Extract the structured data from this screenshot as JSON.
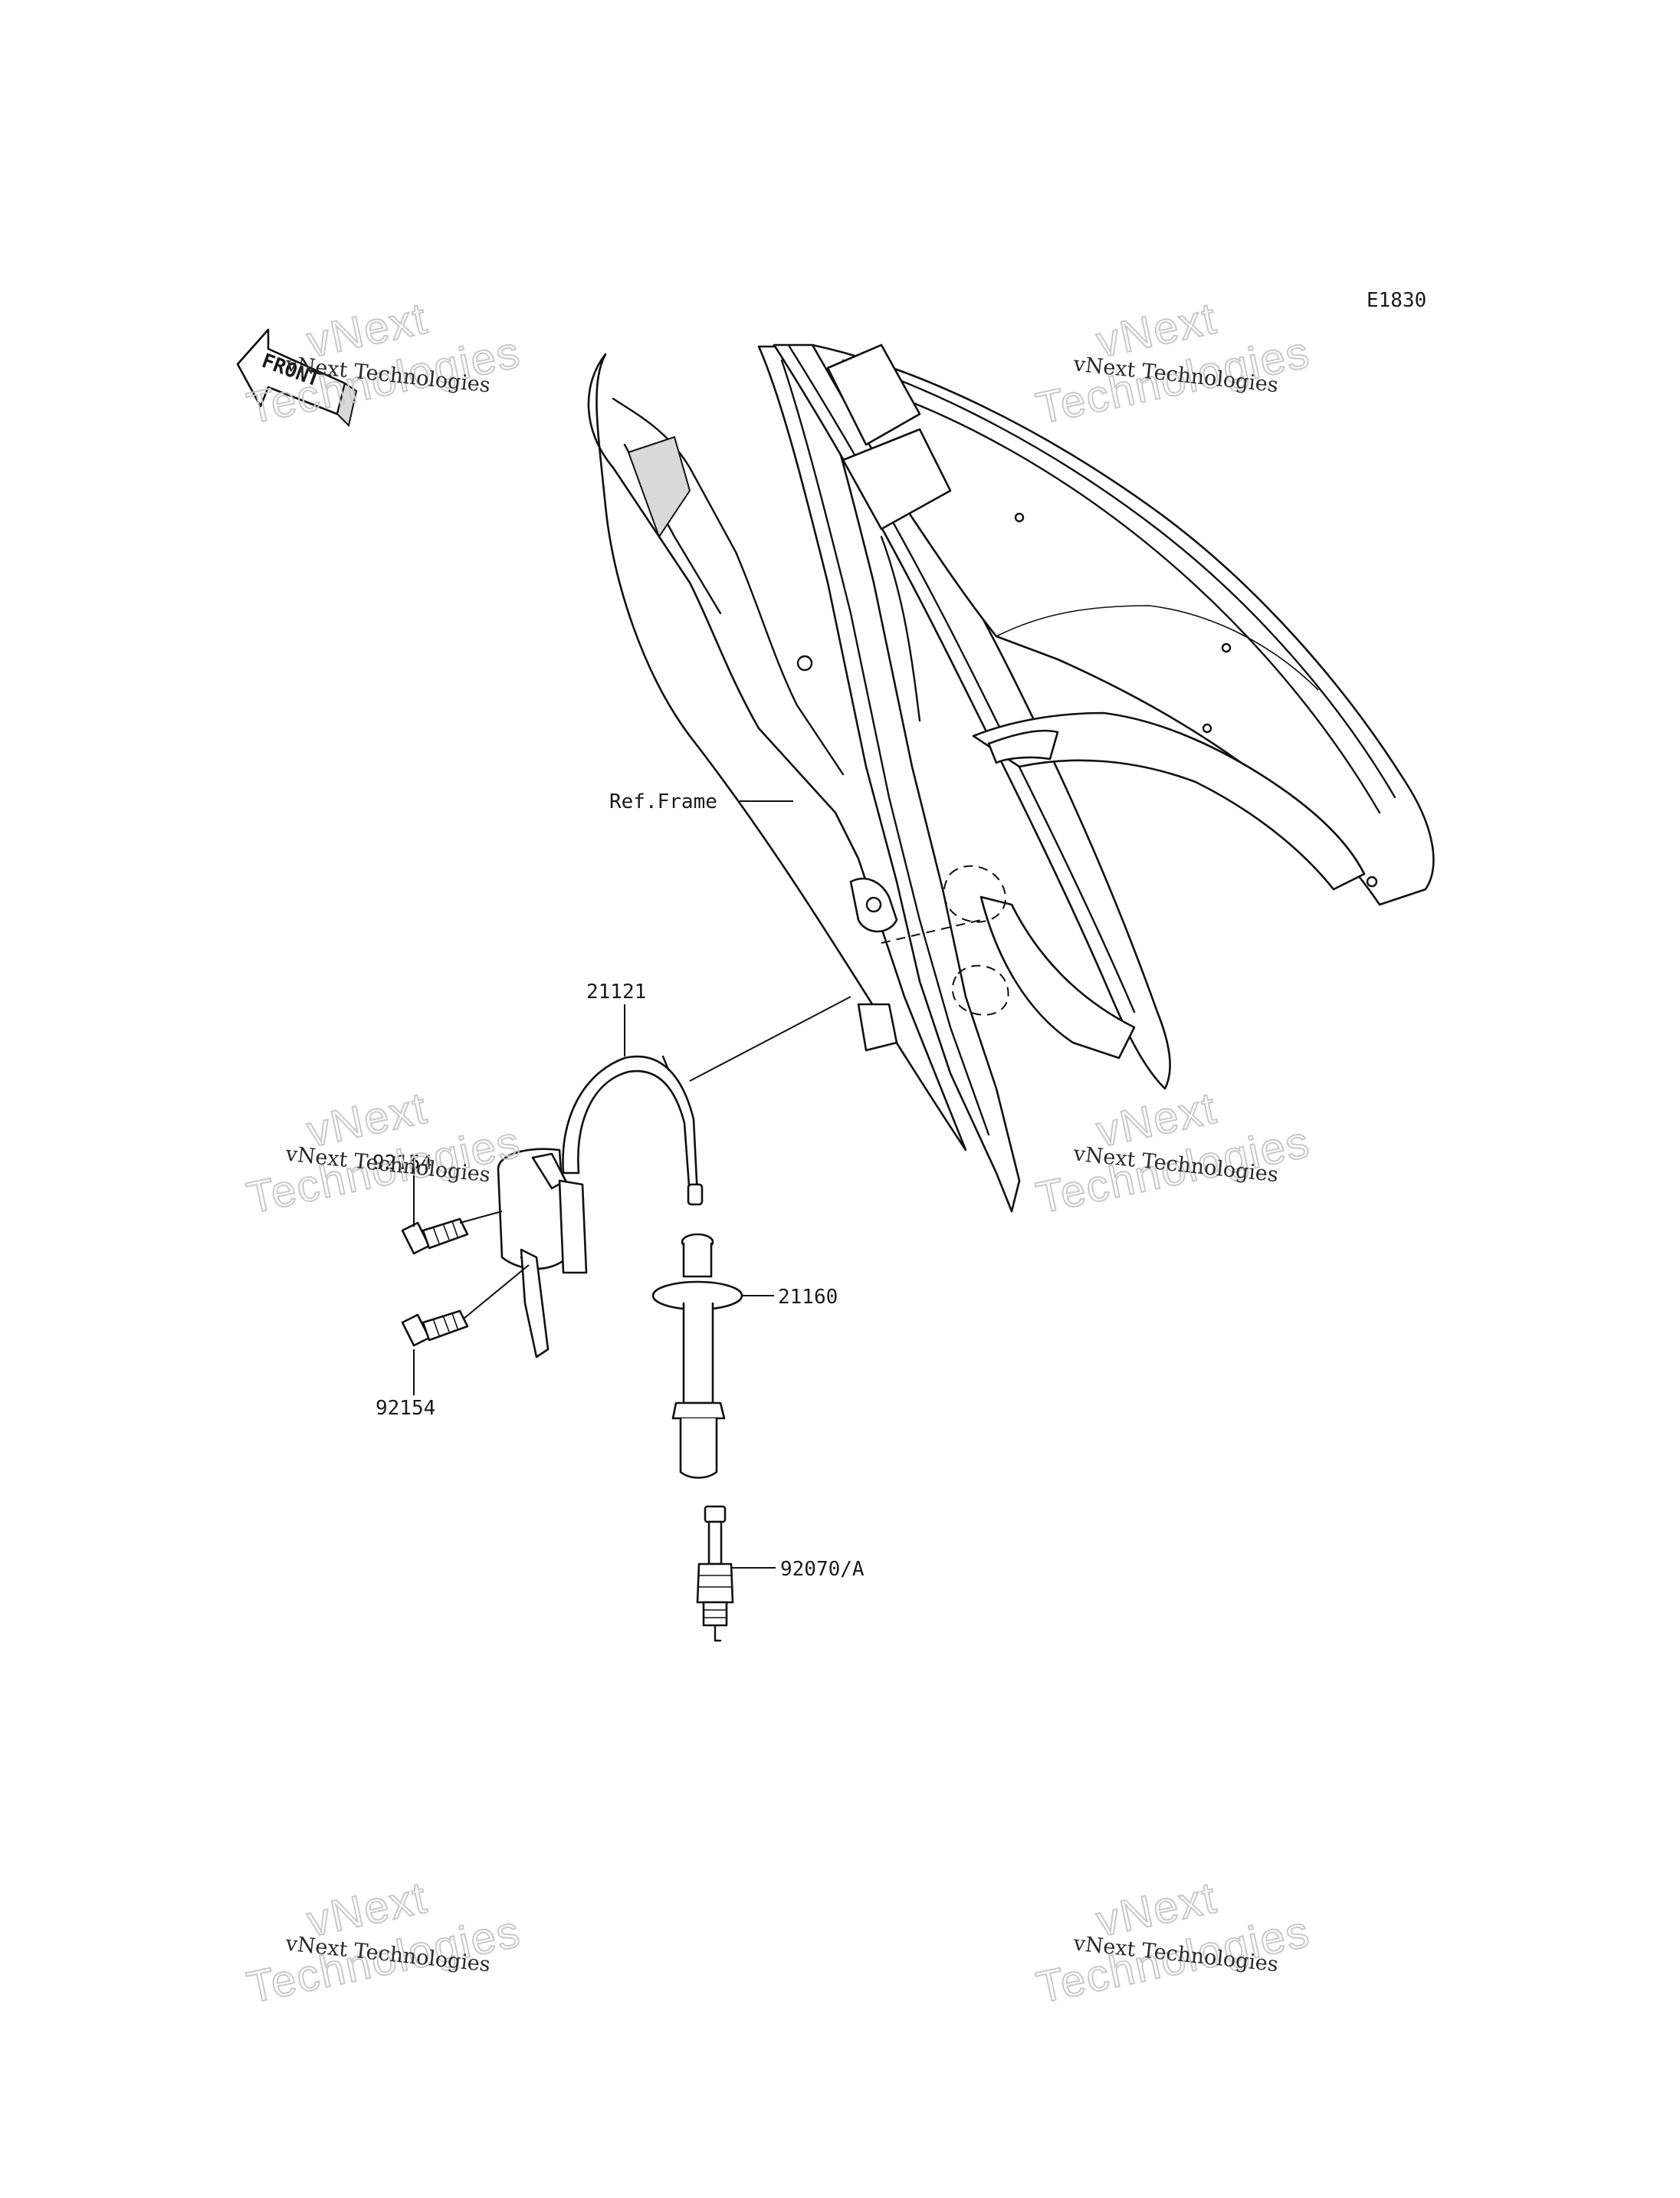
{
  "diagram": {
    "code": "E1830",
    "front_label": "FRONT",
    "labels": {
      "ref_frame": "Ref.Frame",
      "coil": "21121",
      "bolt_top": "92154",
      "bolt_bottom": "92154",
      "cap": "21160",
      "plug": "92070/A"
    }
  },
  "watermarks": [
    {
      "line1": "vNext Technologies",
      "line2": "vNext",
      "line3": "Technologies"
    },
    {
      "line1": "vNext Technologies",
      "line2": "vNext",
      "line3": "Technologies"
    },
    {
      "line1": "vNext Technologies",
      "line2": "vNext",
      "line3": "Technologies"
    },
    {
      "line1": "vNext Technologies",
      "line2": "vNext",
      "line3": "Technologies"
    },
    {
      "line1": "vNext Technologies",
      "line2": "vNext",
      "line3": "Technologies"
    },
    {
      "line1": "vNext Technologies",
      "line2": "vNext",
      "line3": "Technologies"
    }
  ]
}
